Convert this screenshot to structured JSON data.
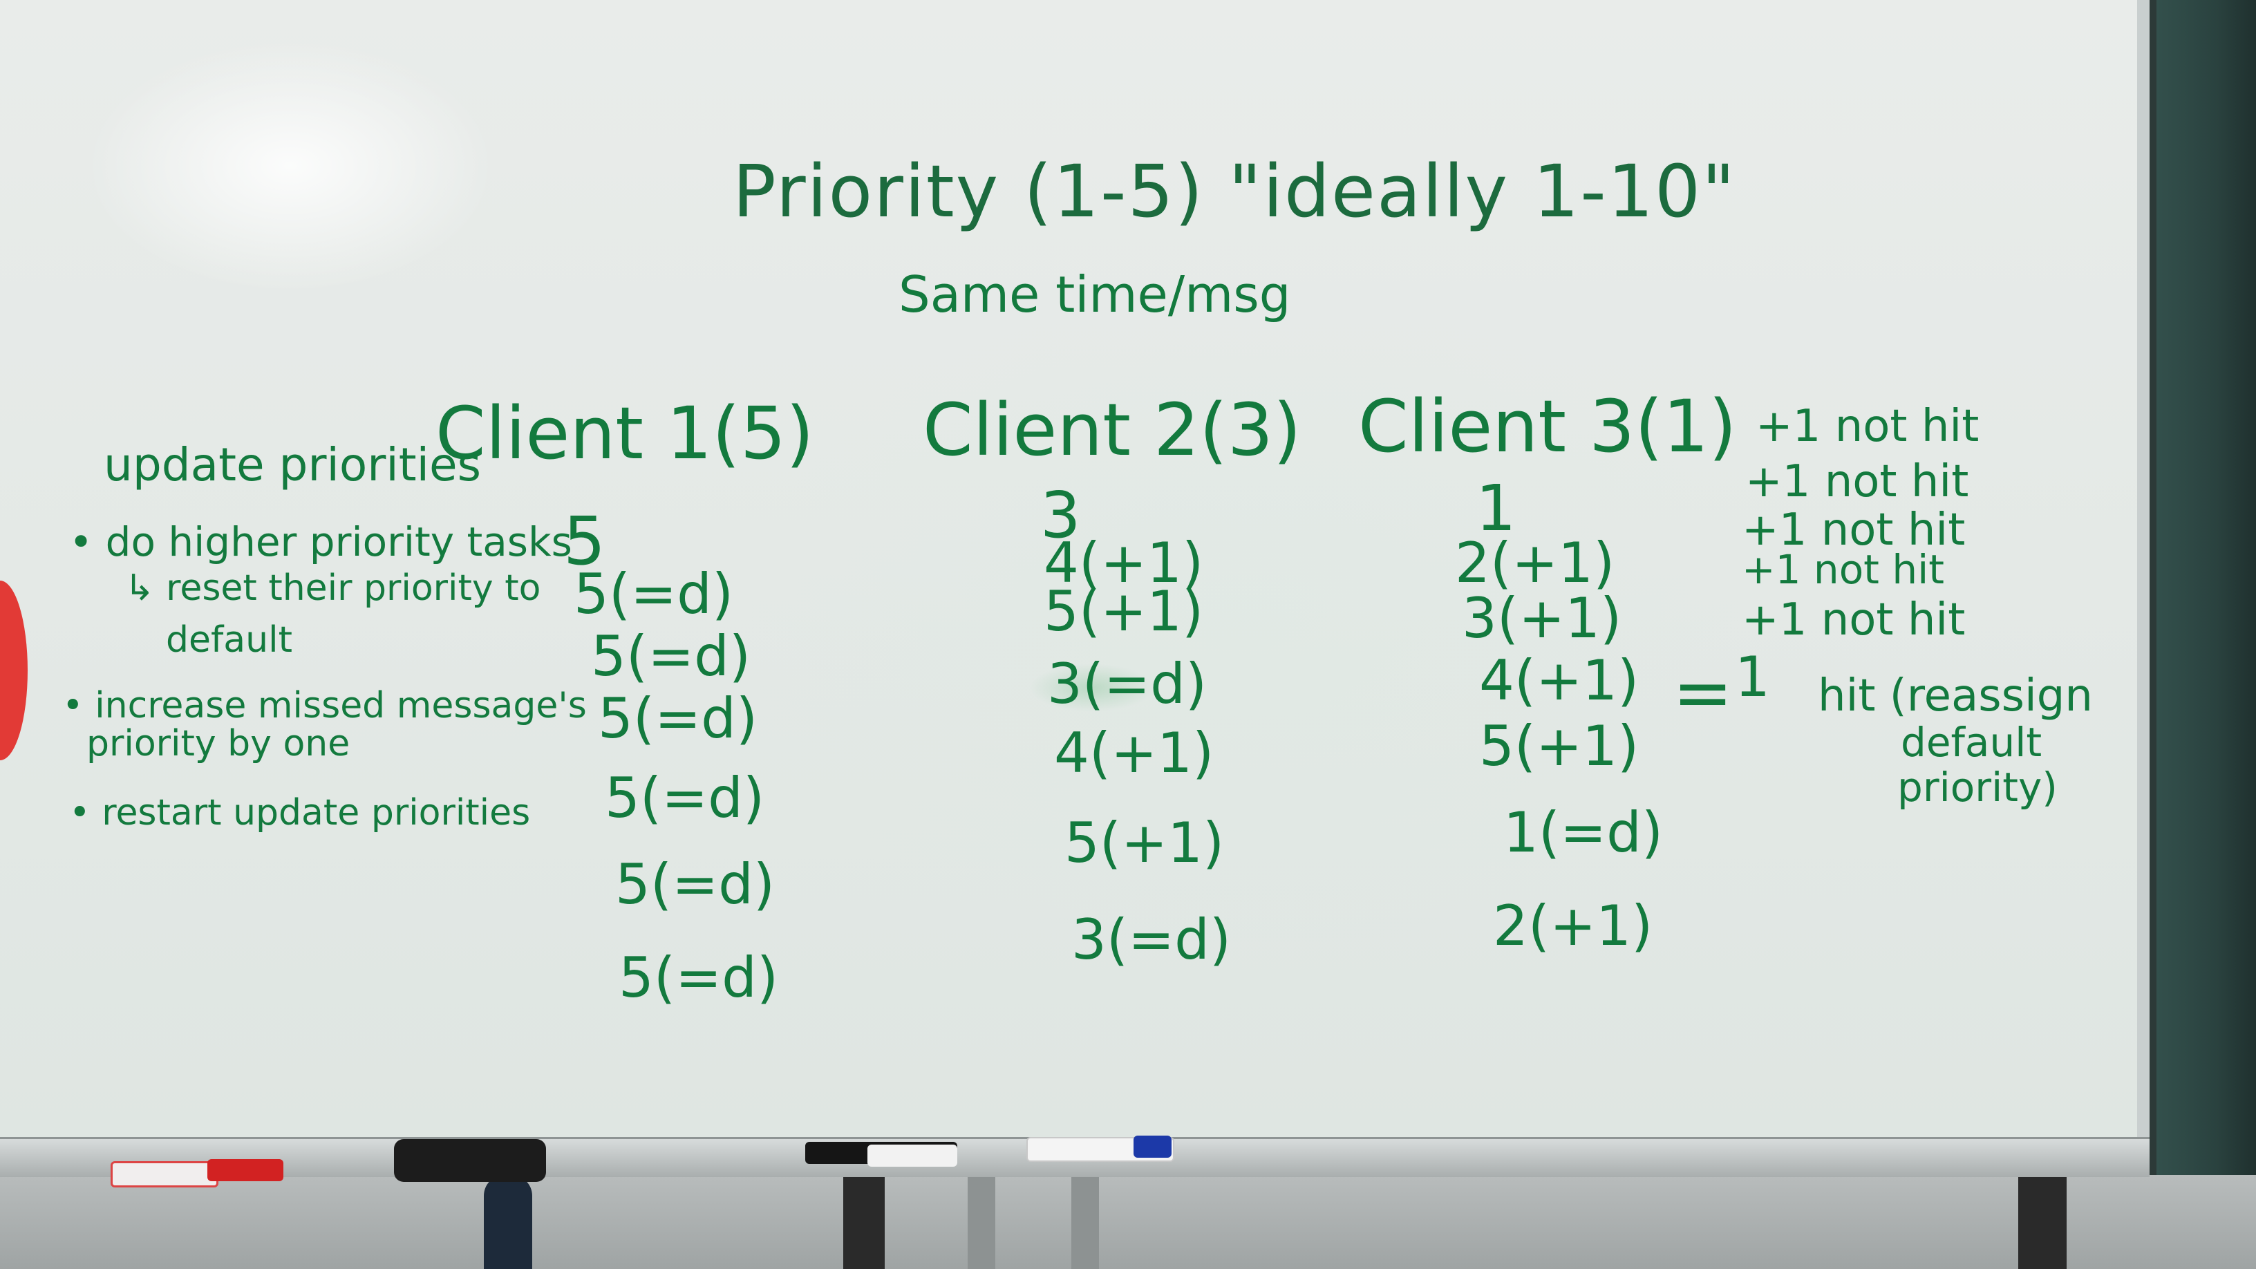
{
  "board": {
    "title": "Priority (1-5) \"ideally 1-10\"",
    "subtitle": "Same time/msg",
    "left_heading": "update priorities",
    "left_notes": [
      "• do higher priority tasks",
      "↳ reset their priority to",
      "default",
      "• increase missed message's",
      "priority by one",
      "• restart update priorities"
    ],
    "columns": [
      {
        "header": "Client 1(5)",
        "values": [
          "5",
          "5(=d)",
          "5(=d)",
          "5(=d)",
          "5(=d)",
          "5(=d)",
          "5(=d)"
        ]
      },
      {
        "header": "Client 2(3)",
        "values": [
          "3",
          "4(+1)",
          "5(+1)",
          "3(=d)",
          "4(+1)",
          "5(+1)",
          "3(=d)"
        ]
      },
      {
        "header": "Client 3(1)",
        "values": [
          "1",
          "2(+1)",
          "3(+1)",
          "4(+1)",
          "5(+1)",
          "1(=d)",
          "2(+1)"
        ]
      }
    ],
    "right_notes": [
      "+1 not hit",
      "+1 not hit",
      "+1 not hit",
      "+1 not hit",
      "+1 not hit"
    ],
    "result": {
      "prefix": "=",
      "circled": "1",
      "text": "hit (reassign",
      "line2": "default",
      "line3": "priority)"
    }
  },
  "colors": {
    "ink": "#137a3e",
    "board": "#e6eae8",
    "wall": "#2c3a38"
  }
}
